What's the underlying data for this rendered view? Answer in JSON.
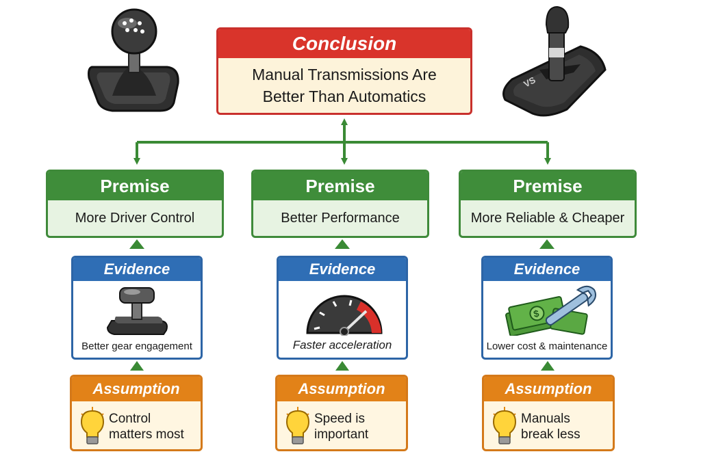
{
  "conclusion": {
    "header": "Conclusion",
    "text_line1": "Manual Transmissions Are",
    "text_line2": "Better Than Automatics"
  },
  "premises": [
    {
      "header": "Premise",
      "text": "More Driver Control"
    },
    {
      "header": "Premise",
      "text": "Better Performance"
    },
    {
      "header": "Premise",
      "text": "More Reliable & Cheaper"
    }
  ],
  "evidence": [
    {
      "header": "Evidence",
      "caption": "Better gear engagement",
      "icon": "gear-shifter-icon"
    },
    {
      "header": "Evidence",
      "caption": "Faster acceleration",
      "icon": "tachometer-icon"
    },
    {
      "header": "Evidence",
      "caption": "Lower cost & maintenance",
      "icon": "money-wrench-icon"
    }
  ],
  "assumptions": [
    {
      "header": "Assumption",
      "line1": "Control",
      "line2": "matters most",
      "icon": "lightbulb-icon"
    },
    {
      "header": "Assumption",
      "line1": "Speed is",
      "line2": "important",
      "icon": "lightbulb-icon"
    },
    {
      "header": "Assumption",
      "line1": "Manuals",
      "line2": "break less",
      "icon": "lightbulb-icon"
    }
  ],
  "decorations": {
    "left_icon": "manual-shifter-icon",
    "right_icon": "automatic-shifter-icon",
    "right_icon_label": "VS"
  },
  "colors": {
    "conclusion": "#d9342b",
    "premise": "#3f8d3a",
    "evidence": "#2f6eb5",
    "assumption": "#e28218",
    "arrows": "#3a8a35"
  }
}
